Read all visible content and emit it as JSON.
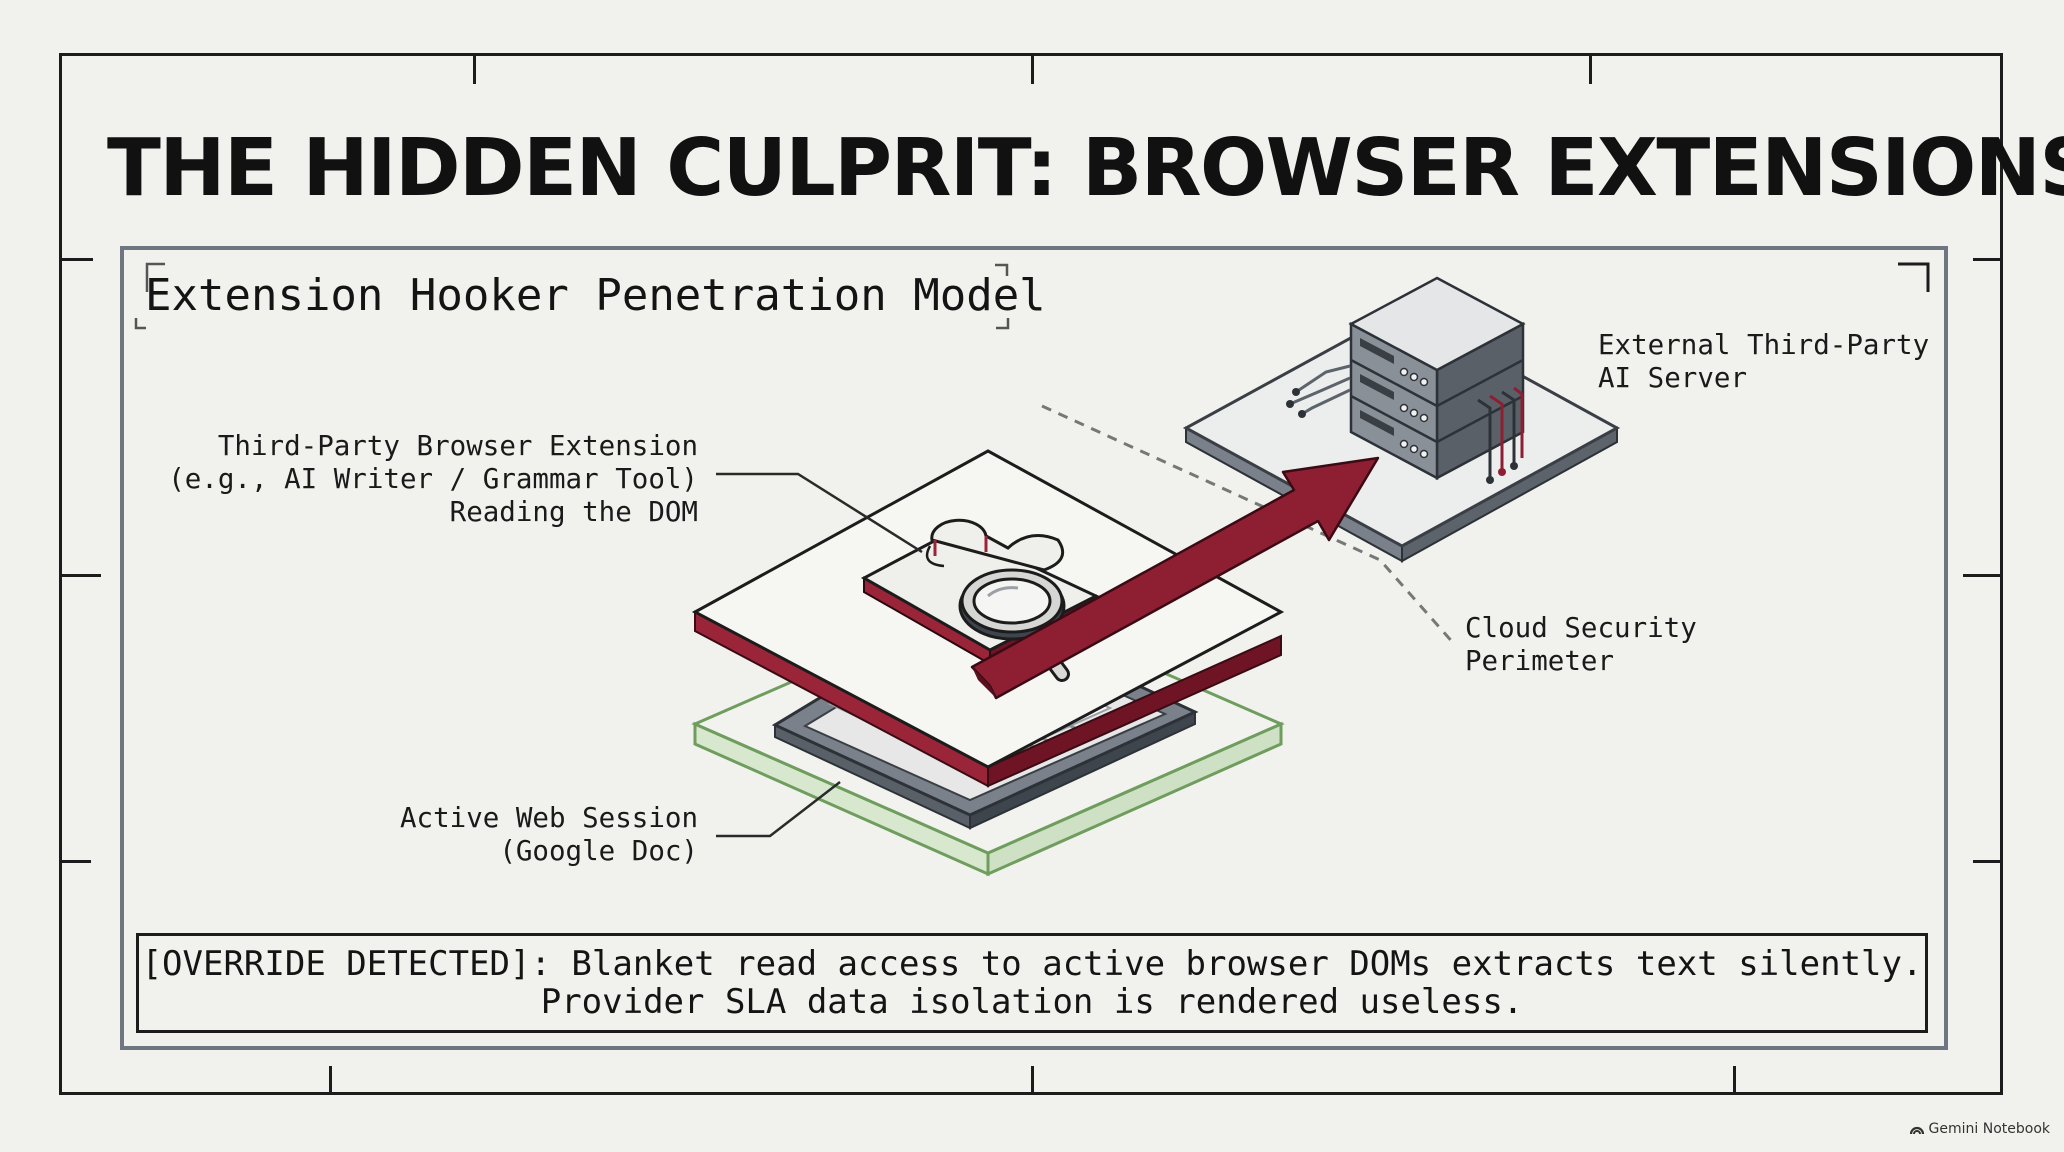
{
  "title": "THE HIDDEN CULPRIT: BROWSER EXTENSIONS",
  "panel": {
    "heading": "Extension Hooker Penetration Model"
  },
  "labels": {
    "extension": [
      "Third-Party Browser Extension",
      "(e.g., AI Writer / Grammar Tool)",
      "Reading the DOM"
    ],
    "session": [
      "Active Web Session",
      "(Google Doc)"
    ],
    "server": [
      "External Third-Party",
      "AI Server"
    ],
    "perimeter": [
      "Cloud Security",
      "Perimeter"
    ]
  },
  "alert": {
    "line1": "[OVERRIDE DETECTED]: Blanket read access to active browser DOMs extracts text silently.",
    "line2": "Provider SLA data isolation is rendered useless."
  },
  "watermark": {
    "text": "Gemini Notebook",
    "icon": "gemini-logo-icon"
  },
  "colors": {
    "background": "#f1f1ee",
    "accent_red": "#8e1f32",
    "session_green": "#6e9d5e",
    "panel_border": "#6f7681",
    "ink": "#141414"
  }
}
